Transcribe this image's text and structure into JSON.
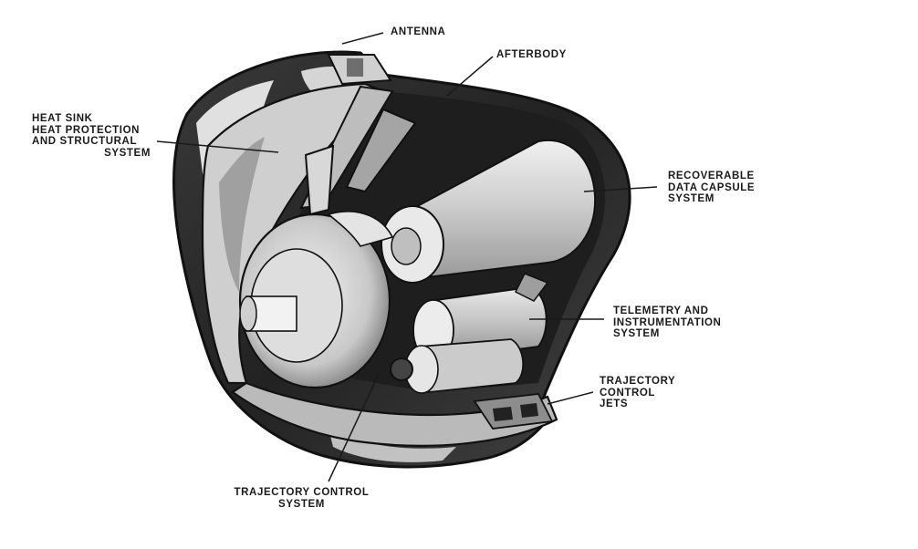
{
  "labels": {
    "antenna": [
      "ANTENNA"
    ],
    "afterbody": [
      "AFTERBODY"
    ],
    "heat_sink": [
      "HEAT SINK",
      "HEAT PROTECTION",
      "AND STRUCTURAL",
      "SYSTEM"
    ],
    "data_capsule": [
      "RECOVERABLE",
      "DATA CAPSULE",
      "SYSTEM"
    ],
    "telemetry": [
      "TELEMETRY AND",
      "INSTRUMENTATION",
      "SYSTEM"
    ],
    "traj_jets": [
      "TRAJECTORY",
      "CONTROL",
      "JETS"
    ],
    "traj_system": [
      "TRAJECTORY CONTROL",
      "SYSTEM"
    ]
  },
  "colors": {
    "ink": "#1a1a1a",
    "dark": "#2a2a2a",
    "mid": "#8a8a8a",
    "light": "#d4d4d4",
    "paper": "#ffffff"
  }
}
